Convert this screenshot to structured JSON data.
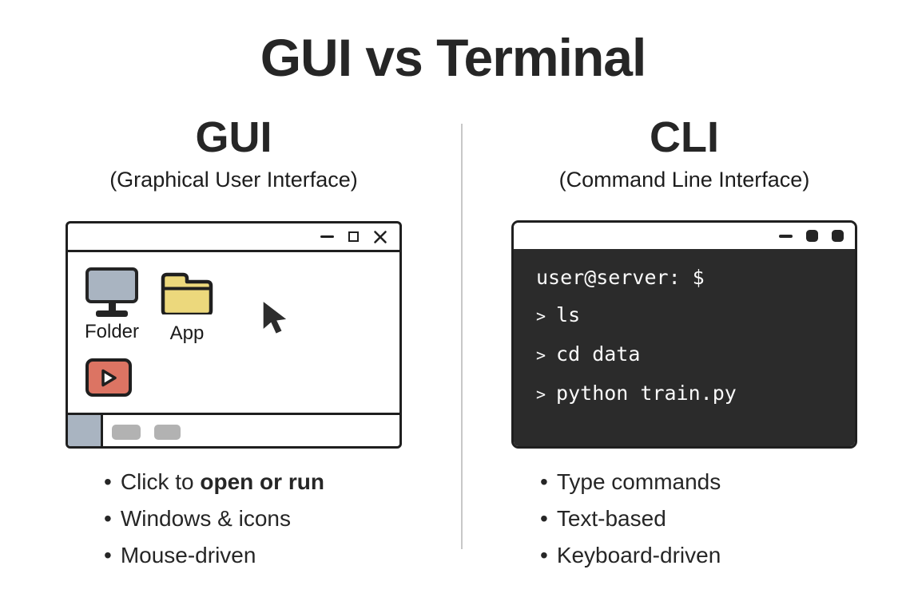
{
  "title": "GUI vs Terminal",
  "left": {
    "heading": "GUI",
    "subheading": "(Graphical User Interface)",
    "window": {
      "controls": [
        "minimize",
        "maximize",
        "close"
      ],
      "desktop_icons": [
        {
          "icon": "monitor-icon",
          "label": "Folder"
        },
        {
          "icon": "folder-icon",
          "label": "App"
        }
      ],
      "other_icons": [
        "mouse-cursor-icon",
        "play-button-icon"
      ],
      "taskbar_item_count": 2
    },
    "bullets": [
      {
        "prefix": "Click to ",
        "bold": "open or run"
      },
      {
        "text": "Windows & icons"
      },
      {
        "text": "Mouse-driven"
      }
    ]
  },
  "right": {
    "heading": "CLI",
    "subheading": "(Command Line Interface)",
    "terminal": {
      "controls": [
        "minimize",
        "window-button",
        "window-button"
      ],
      "prompt_line": "user@server: $",
      "commands": [
        {
          "prompt": ">",
          "command": "ls"
        },
        {
          "prompt": ">",
          "command": "cd data"
        },
        {
          "prompt": ">",
          "command": "python train.py"
        }
      ]
    },
    "bullets": [
      {
        "text": "Type commands"
      },
      {
        "text": "Text-based"
      },
      {
        "text": "Keyboard-driven"
      }
    ]
  },
  "theme": {
    "outline": "#1f1f1f",
    "monitor-fill": "#a9b4c1",
    "folder-fill": "#ecd87c",
    "play-fill": "#dc7463",
    "taskbar-square": "#a9b4c1",
    "taskbar-item": "#b2b2b2",
    "terminal-bg": "#2b2b2b",
    "terminal-text": "#fafafa",
    "divider": "#c8c8c8"
  }
}
